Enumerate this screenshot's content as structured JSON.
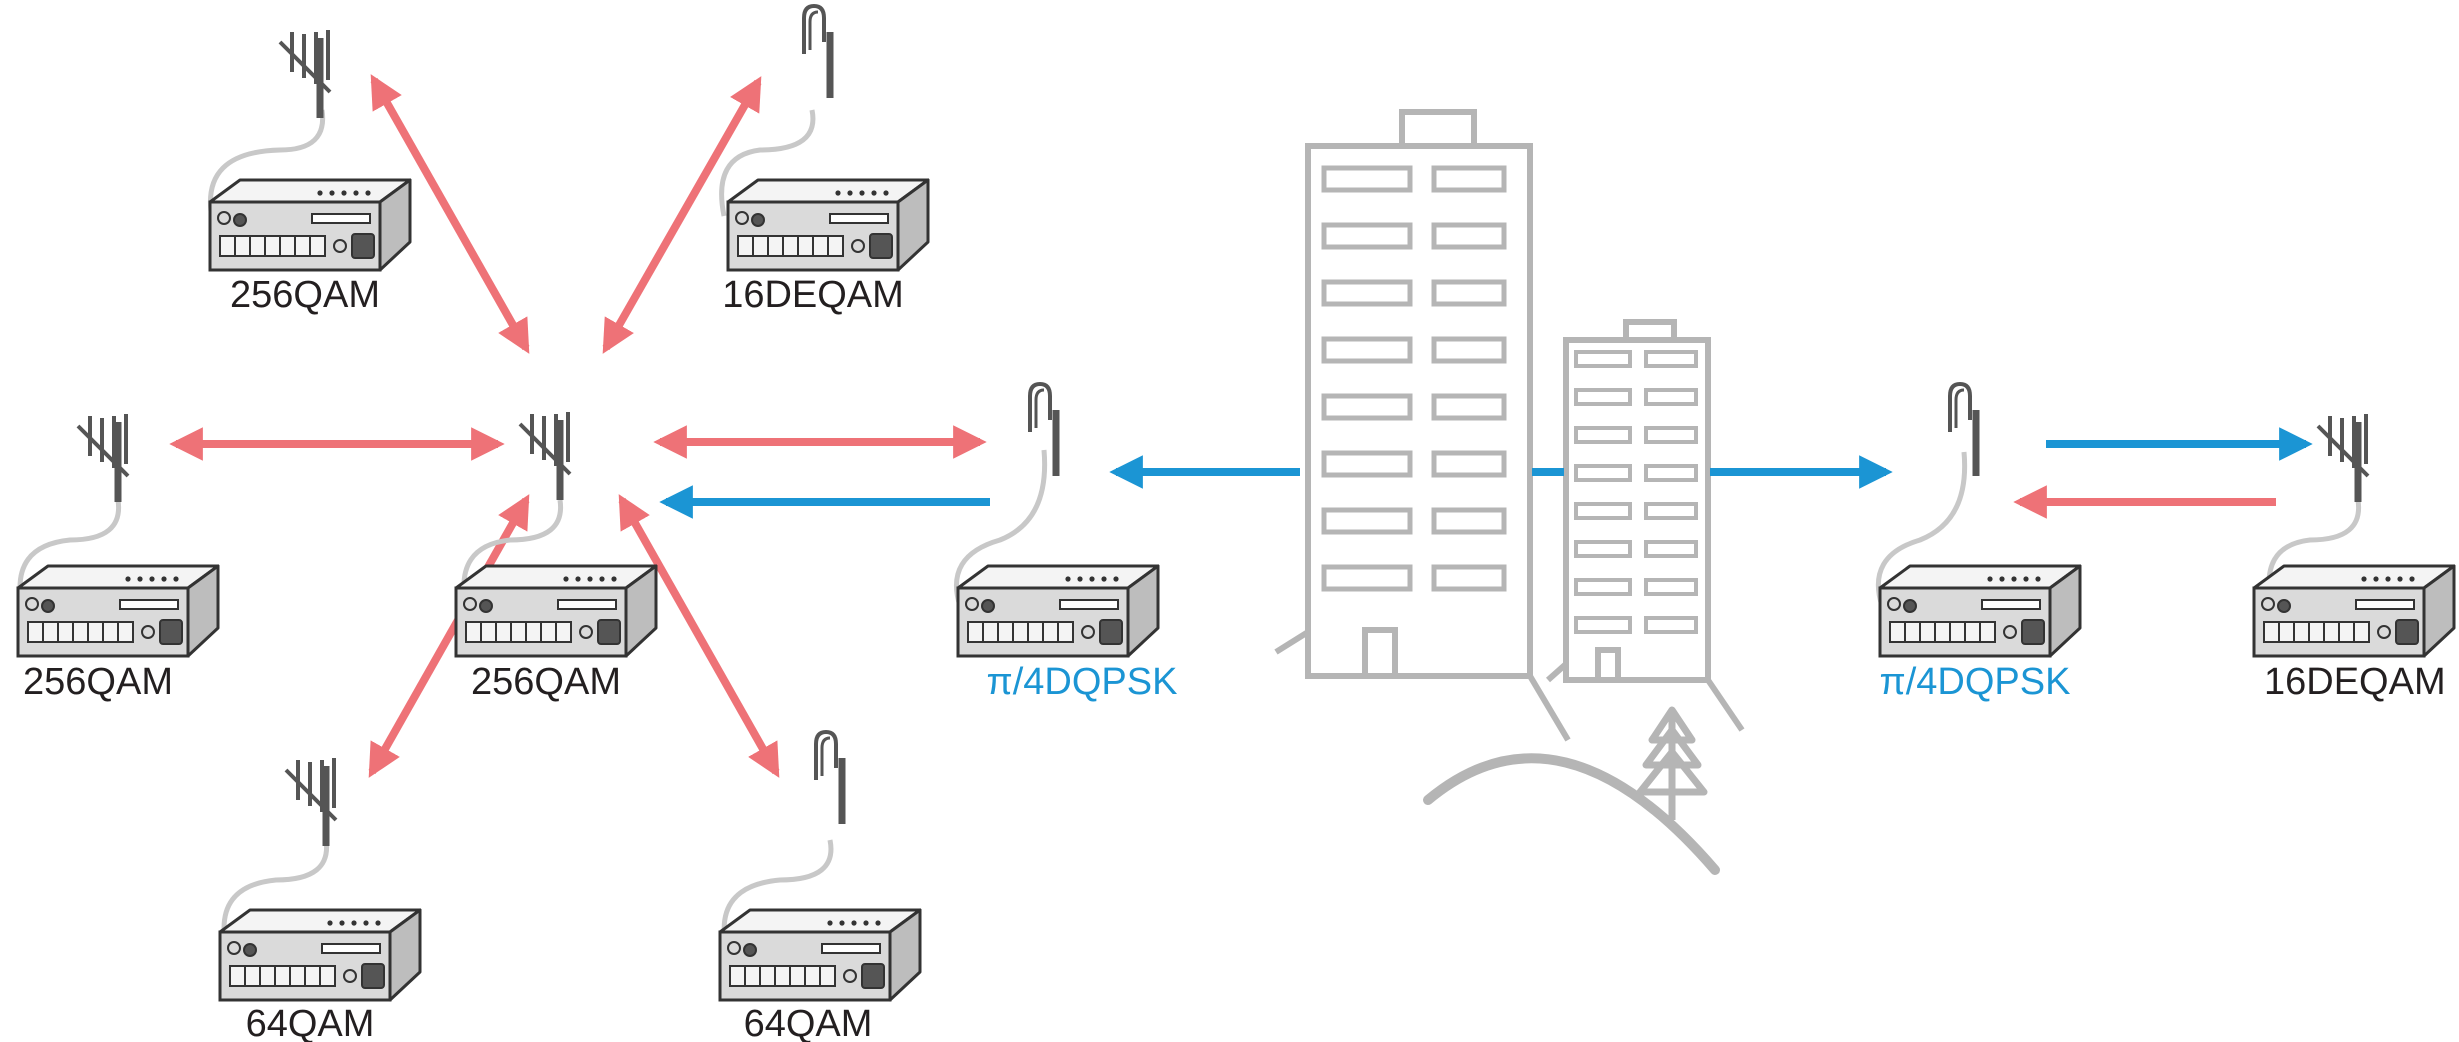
{
  "colors": {
    "link_red": "#ee7277",
    "link_blue": "#1b95d4",
    "outline_gray": "#b5b5b5",
    "device_gray": "#dadada",
    "device_dark": "#333333",
    "label_dark": "#231f20",
    "label_blue": "#1b95d4"
  },
  "nodes": {
    "top_left": {
      "label": "256QAM",
      "antenna": "yagi-antenna-icon"
    },
    "top_right": {
      "label": "16DEQAM",
      "antenna": "whip-antenna-icon"
    },
    "mid_left": {
      "label": "256QAM",
      "antenna": "yagi-antenna-icon"
    },
    "hub": {
      "label": "256QAM",
      "antenna": "yagi-antenna-icon"
    },
    "bottom_left": {
      "label": "64QAM",
      "antenna": "yagi-antenna-icon"
    },
    "bottom_right": {
      "label": "64QAM",
      "antenna": "whip-antenna-icon"
    },
    "relay_left": {
      "label": "π/4DQPSK",
      "antenna": "whip-antenna-icon"
    },
    "relay_right": {
      "label": "π/4DQPSK",
      "antenna": "whip-antenna-icon"
    },
    "far_right": {
      "label": "16DEQAM",
      "antenna": "yagi-antenna-icon"
    }
  },
  "scenery": [
    "tall-building-icon",
    "short-building-icon",
    "hill-icon",
    "tree-icon"
  ]
}
